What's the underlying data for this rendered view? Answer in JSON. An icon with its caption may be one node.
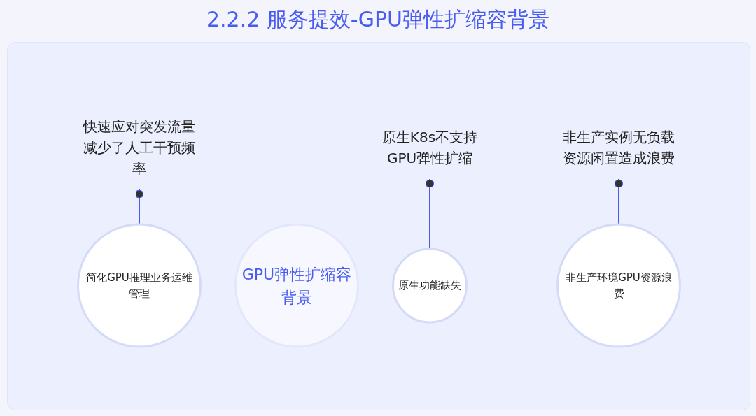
{
  "diagram": {
    "title": "2.2.2 服务提效-GPU弹性扩缩容背景",
    "nodes": [
      {
        "text": [
          "快速应对突发流量减少了人工干预频率"
        ]
      },
      {
        "text": [
          "简化GPU推理业务运维管理"
        ]
      },
      {
        "text": [
          "GPU弹性扩缩容背景"
        ]
      },
      {
        "text": [
          "原生K8s不支持GPU弹性扩缩"
        ]
      },
      {
        "text": [
          "原生功能缺失"
        ]
      },
      {
        "text": [
          "非生产实例无负载资源闲置造成浪费"
        ]
      },
      {
        "text": [
          "非生产环境GPU资源浪费"
        ]
      }
    ],
    "edges": [
      {
        "from": 1,
        "to": 0,
        "arrow": "other"
      },
      {
        "from": 4,
        "to": 3,
        "arrow": "other"
      },
      {
        "from": 6,
        "to": 5,
        "arrow": "other"
      }
    ]
  }
}
